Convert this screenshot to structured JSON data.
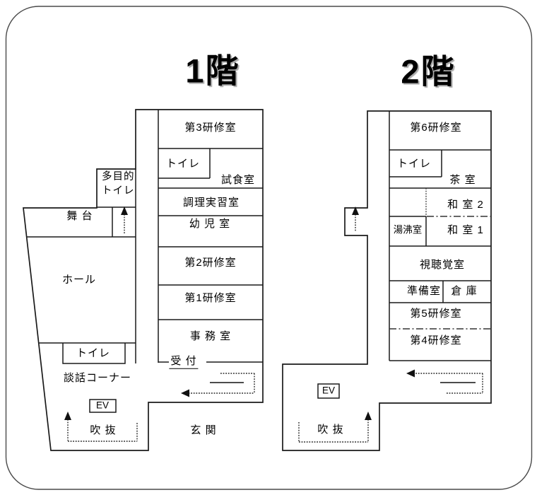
{
  "diagram_title": "Building floor plan (1F / 2F)",
  "colors": {
    "wall": "#1a1a1a",
    "background": "#ffffff",
    "route": "#222222"
  },
  "floor1": {
    "title": "1階",
    "rooms": {
      "kenshu3": "第3研修室",
      "toilet_top": "トイレ",
      "shishoku": "試食室",
      "chori": "調理実習室",
      "yoji": "幼 児 室",
      "kenshu2": "第2研修室",
      "kenshu1": "第1研修室",
      "jimu": "事 務 室",
      "uketsuke": "受 付",
      "tamokuteki_line1": "多目的",
      "tamokuteki_line2": "トイレ",
      "butai": "舞 台",
      "hall": "ホール",
      "toilet_hall": "トイレ",
      "danwa": "談話コーナー",
      "ev": "EV",
      "fukinuke": "吹 抜",
      "genkan": "玄 関"
    }
  },
  "floor2": {
    "title": "2階",
    "rooms": {
      "kenshu6": "第6研修室",
      "toilet": "トイレ",
      "cha": "茶 室",
      "washitsu2": "和 室 2",
      "yuwakashi": "湯沸室",
      "washitsu1": "和 室 1",
      "shichokaku": "視聴覚室",
      "junbi": "準備室",
      "soko": "倉 庫",
      "kenshu5": "第5研修室",
      "kenshu4": "第4研修室",
      "ev": "EV",
      "fukinuke": "吹 抜"
    }
  }
}
